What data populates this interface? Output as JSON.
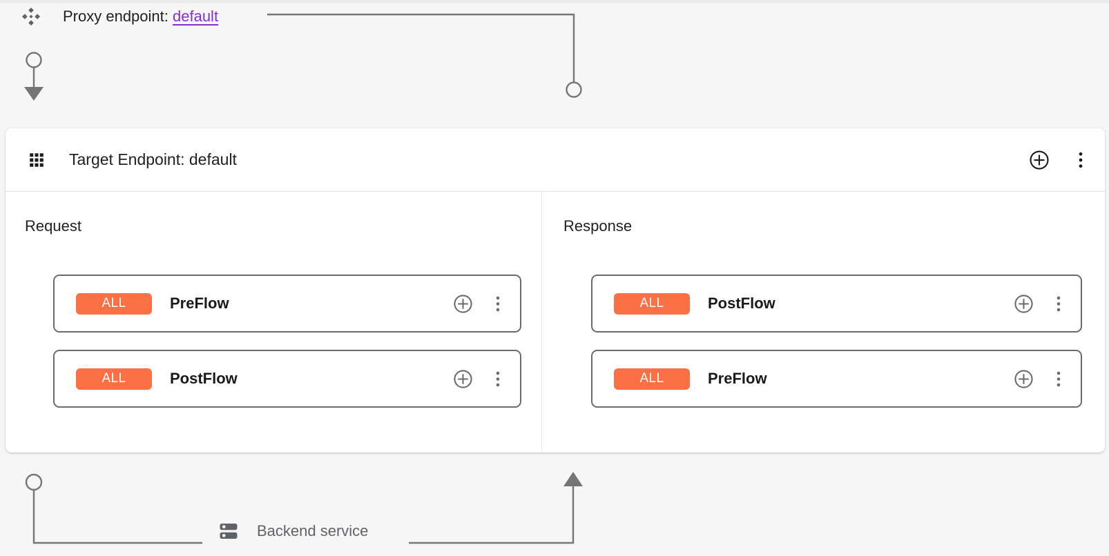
{
  "theme": {
    "canvas_bg": "#f6f6f6",
    "panel_bg": "#ffffff",
    "wire_color": "#757575",
    "badge_orange": "#fb7045",
    "link_purple": "#8430ce",
    "card_border": "#6b6b6b",
    "text_primary": "#202124",
    "text_muted": "#5f6368"
  },
  "proxy": {
    "icon": "proxy-diamond-icon",
    "label": "Proxy endpoint:",
    "value": "default"
  },
  "panel": {
    "icon": "apps-grid-icon",
    "title": "Target Endpoint: default",
    "actions": {
      "add": "add-circle-icon",
      "menu": "more-vert-icon"
    }
  },
  "columns": [
    {
      "id": "request",
      "title": "Request",
      "flows": [
        {
          "badge": "ALL",
          "name": "PreFlow",
          "add": "add-circle-icon",
          "menu": "more-vert-icon"
        },
        {
          "badge": "ALL",
          "name": "PostFlow",
          "add": "add-circle-icon",
          "menu": "more-vert-icon"
        }
      ]
    },
    {
      "id": "response",
      "title": "Response",
      "flows": [
        {
          "badge": "ALL",
          "name": "PostFlow",
          "add": "add-circle-icon",
          "menu": "more-vert-icon"
        },
        {
          "badge": "ALL",
          "name": "PreFlow",
          "add": "add-circle-icon",
          "menu": "more-vert-icon"
        }
      ]
    }
  ],
  "backend": {
    "icon": "server-rack-icon",
    "label": "Backend service"
  }
}
